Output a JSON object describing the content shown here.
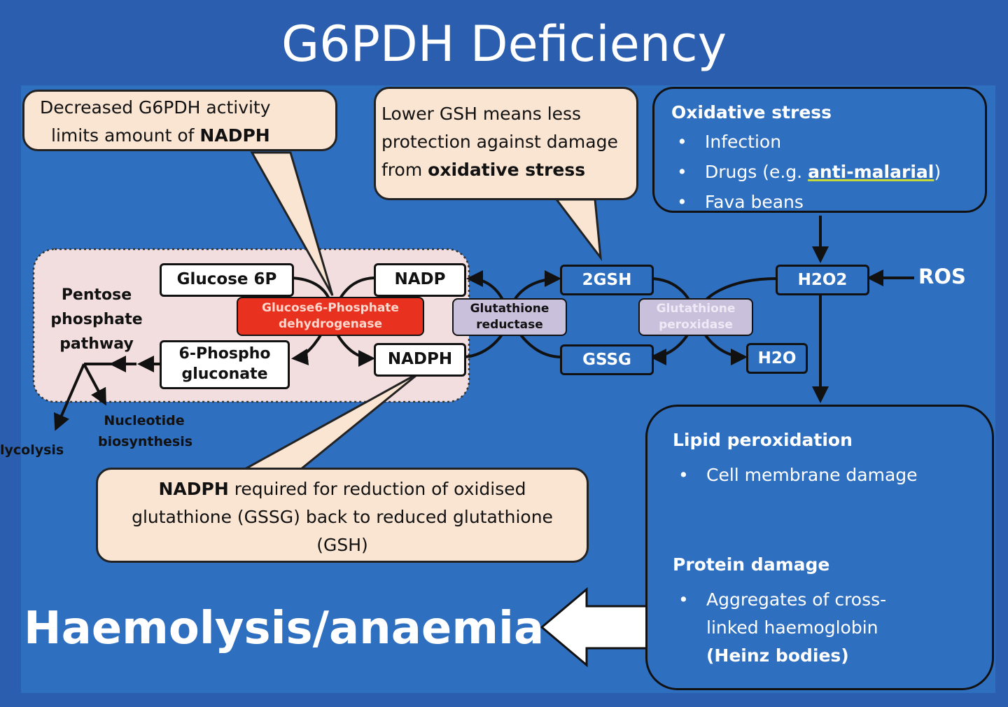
{
  "title": "G6PDH Deficiency",
  "callouts": {
    "nadph_limit": {
      "line1": "Decreased G6PDH activity",
      "line2_prefix": "limits amount of ",
      "line2_bold": "NADPH"
    },
    "gsh": {
      "line1": "Lower GSH means less",
      "line2": "protection against damage",
      "line3_prefix": "from ",
      "line3_bold": "oxidative stress"
    },
    "nadph_req": {
      "bold": "NADPH",
      "line1_rest": " required for reduction of oxidised",
      "line2": "glutathione (GSSG) back to reduced glutathione",
      "line3": "(GSH)"
    }
  },
  "oxidative": {
    "heading": "Oxidative stress",
    "items": [
      "Infection",
      "Fava beans"
    ],
    "drugs_prefix": "Drugs (e.g. ",
    "drugs_link": "anti-malarial",
    "drugs_suffix": ")"
  },
  "pathway": {
    "glucose6p": "Glucose 6P",
    "phospho": "6-Phospho gluconate",
    "nadp": "NADP",
    "nadph": "NADPH",
    "enzyme": "Glucose6-Phosphate dehydrogenase",
    "ppp_label": "Pentose phosphate pathway",
    "nucleotide": "Nucleotide biosynthesis",
    "glycolysis": "lycolysis"
  },
  "glutathione": {
    "reductase": "Glutathione reductase",
    "peroxidase": "Glutathione peroxidase",
    "gsh2": "2GSH",
    "gssg": "GSSG",
    "h2o2": "H2O2",
    "h2o": "H2O",
    "ros": "ROS"
  },
  "damage": {
    "lipid_heading": "Lipid peroxidation",
    "lipid_item": "Cell membrane damage",
    "protein_heading": "Protein damage",
    "protein_item_line1": "Aggregates of cross-",
    "protein_item_line2": "linked  haemoglobin",
    "protein_item_line3": "(Heinz bodies)"
  },
  "outcome": "Haemolysis/anaemia",
  "colors": {
    "background": "#2f6fc0",
    "callout": "#fae5d3",
    "enzyme": "#e8311f",
    "ppp_region": "#f2dede",
    "lavender": "#c9c0dc",
    "underline": "#c8d83a"
  }
}
